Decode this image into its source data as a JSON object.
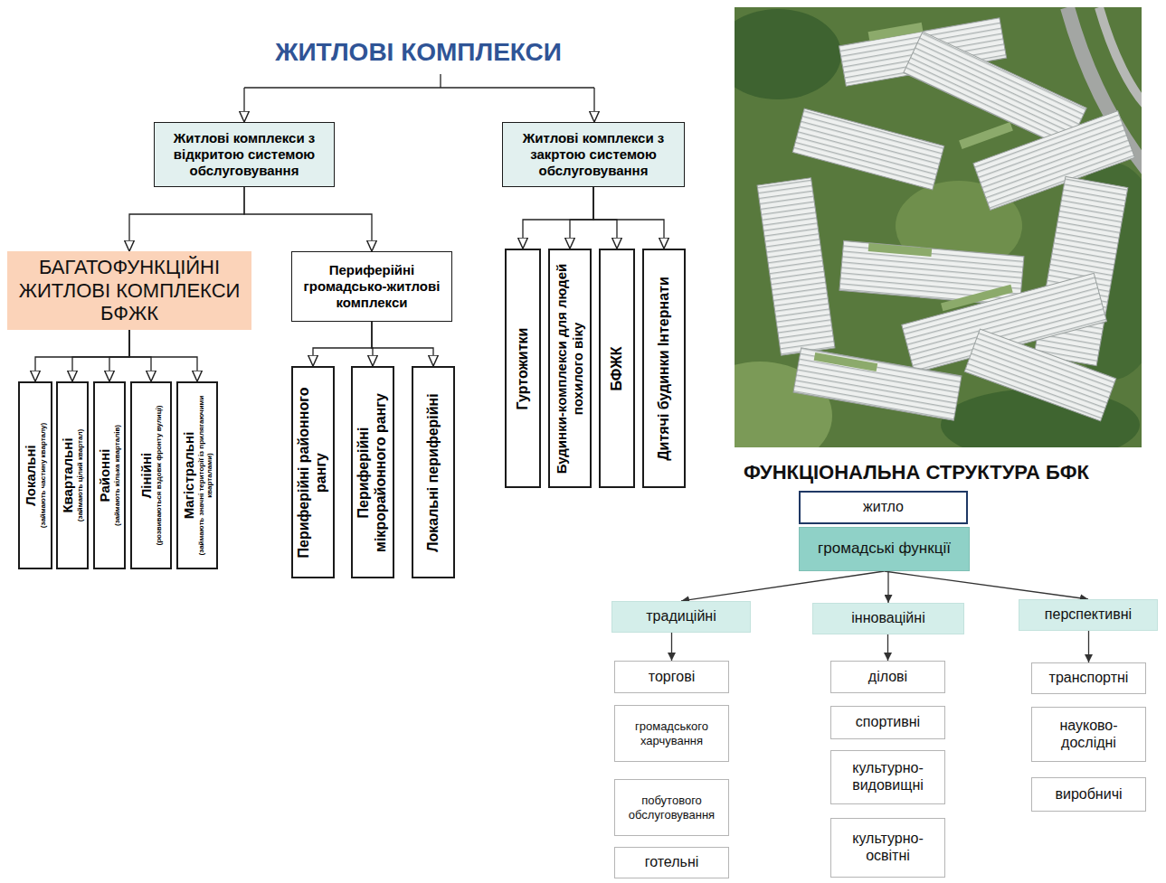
{
  "diagram": {
    "title": "ЖИТЛОВІ КОМПЛЕКСИ",
    "nodes": [
      {
        "text": [
          "Житлові комплекси з відкритою системою обслуговування"
        ]
      },
      {
        "text": [
          "Житлові комплекси з закртою системою обслуговування"
        ]
      },
      {
        "text": [
          "БАГАТОФУНКЦІЙНІ ЖИТЛОВІ КОМПЛЕКСИ БФЖК"
        ]
      },
      {
        "text": [
          "Периферійні громадсько-житлові комплекси"
        ]
      },
      {
        "text": [
          "Локальні",
          "(займають частину кварталу)"
        ]
      },
      {
        "text": [
          "Квартальні",
          "(займають цілий квартал)"
        ]
      },
      {
        "text": [
          "Районні",
          "(займають кілька кварталів)"
        ]
      },
      {
        "text": [
          "Лінійні",
          "(розвиваються вздовж фронту вулиці)"
        ]
      },
      {
        "text": [
          "Магістральні",
          "(займають значні території із прилягаючими кварталами)"
        ]
      },
      {
        "text": [
          "Периферійні районного рангу"
        ]
      },
      {
        "text": [
          "Периферійні мікрорайонного рангу"
        ]
      },
      {
        "text": [
          "Локальні периферійні"
        ]
      },
      {
        "text": [
          "Гуртожитки"
        ]
      },
      {
        "text": [
          "Будинки-комплекси для людей похилого віку"
        ]
      },
      {
        "text": [
          "БФЖК"
        ]
      },
      {
        "text": [
          "Дитячі будинки Інтернати"
        ]
      },
      {
        "text": [
          "житло"
        ]
      },
      {
        "text": [
          "громадські функції"
        ]
      },
      {
        "text": [
          "традиційні"
        ]
      },
      {
        "text": [
          "інноваційні"
        ]
      },
      {
        "text": [
          "перспективні"
        ]
      },
      {
        "text": [
          "торгові"
        ]
      },
      {
        "text": [
          "громадського харчування"
        ]
      },
      {
        "text": [
          "побутового обслуговування"
        ]
      },
      {
        "text": [
          "готельні"
        ]
      },
      {
        "text": [
          "ділові"
        ]
      },
      {
        "text": [
          "спортивні"
        ]
      },
      {
        "text": [
          "культурно-видовищні"
        ]
      },
      {
        "text": [
          "культурно-освітні"
        ]
      },
      {
        "text": [
          "транспортні"
        ]
      },
      {
        "text": [
          "науково-дослідні"
        ]
      },
      {
        "text": [
          "виробничі"
        ]
      }
    ],
    "edges": [
      {
        "from": 0,
        "to": 2,
        "arrow": "to"
      },
      {
        "from": 0,
        "to": 3,
        "arrow": "to"
      },
      {
        "from": 1,
        "to": 12,
        "arrow": "to"
      },
      {
        "from": 1,
        "to": 13,
        "arrow": "to"
      },
      {
        "from": 1,
        "to": 14,
        "arrow": "to"
      },
      {
        "from": 1,
        "to": 15,
        "arrow": "to"
      },
      {
        "from": 2,
        "to": 4,
        "arrow": "to"
      },
      {
        "from": 2,
        "to": 5,
        "arrow": "to"
      },
      {
        "from": 2,
        "to": 6,
        "arrow": "to"
      },
      {
        "from": 2,
        "to": 7,
        "arrow": "to"
      },
      {
        "from": 2,
        "to": 8,
        "arrow": "to"
      },
      {
        "from": 3,
        "to": 9,
        "arrow": "to"
      },
      {
        "from": 3,
        "to": 10,
        "arrow": "to"
      },
      {
        "from": 3,
        "to": 11,
        "arrow": "to"
      },
      {
        "from": 17,
        "to": 18,
        "arrow": "to"
      },
      {
        "from": 17,
        "to": 19,
        "arrow": "to"
      },
      {
        "from": 17,
        "to": 20,
        "arrow": "to"
      },
      {
        "from": 18,
        "to": 21,
        "arrow": "to"
      },
      {
        "from": 19,
        "to": 25,
        "arrow": "to"
      },
      {
        "from": 20,
        "to": 29,
        "arrow": "to"
      }
    ],
    "labels": [
      "ФУНКЦІОНАЛЬНА СТРУКТУРА БФК"
    ]
  }
}
